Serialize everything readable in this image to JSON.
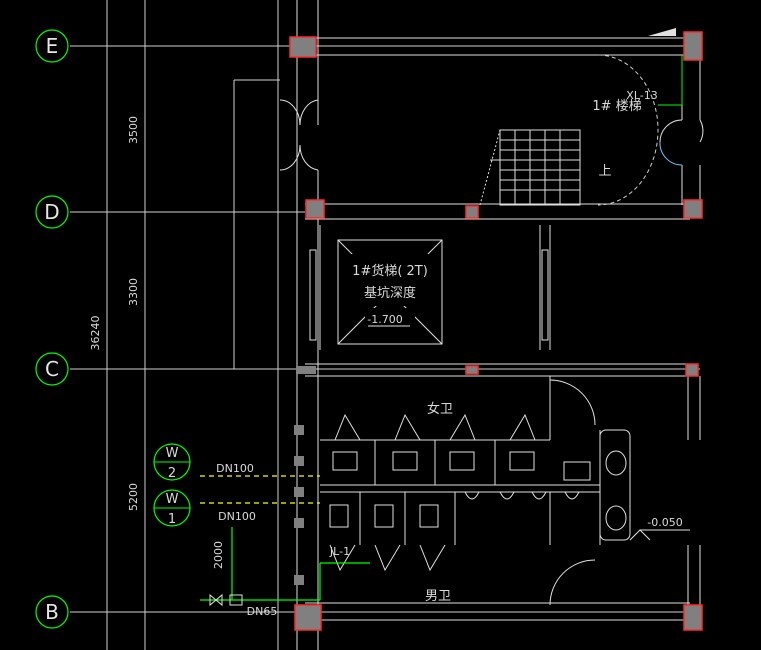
{
  "axes": {
    "E": "E",
    "D": "D",
    "C": "C",
    "B": "B"
  },
  "dimensions": {
    "d1": "3500",
    "d2": "3300",
    "d3": "5200",
    "total": "36240",
    "pipe_len": "2000"
  },
  "rooms": {
    "stair": "1# 楼梯",
    "stair_up": "上",
    "elevator_line1": "1#货梯( 2T)",
    "elevator_line2": "基坑深度",
    "elevator_level": "-1.700",
    "womens_wc": "女卫",
    "mens_wc": "男卫",
    "floor_level": "-0.050"
  },
  "pipes": {
    "xl": "XL-13",
    "jl": "JL-1",
    "dn100_a": "DN100",
    "dn100_b": "DN100",
    "dn65": "DN65"
  },
  "drains": {
    "w2_top": "W",
    "w2_num": "2",
    "w1_top": "W",
    "w1_num": "1"
  },
  "colors": {
    "grid_green": "#00ff00",
    "column_fill": "#808080",
    "column_edge": "#ff2a2a",
    "wall": "#e0e0e0",
    "pipe_yellow": "#ffff00",
    "cyan": "#66ccff"
  }
}
